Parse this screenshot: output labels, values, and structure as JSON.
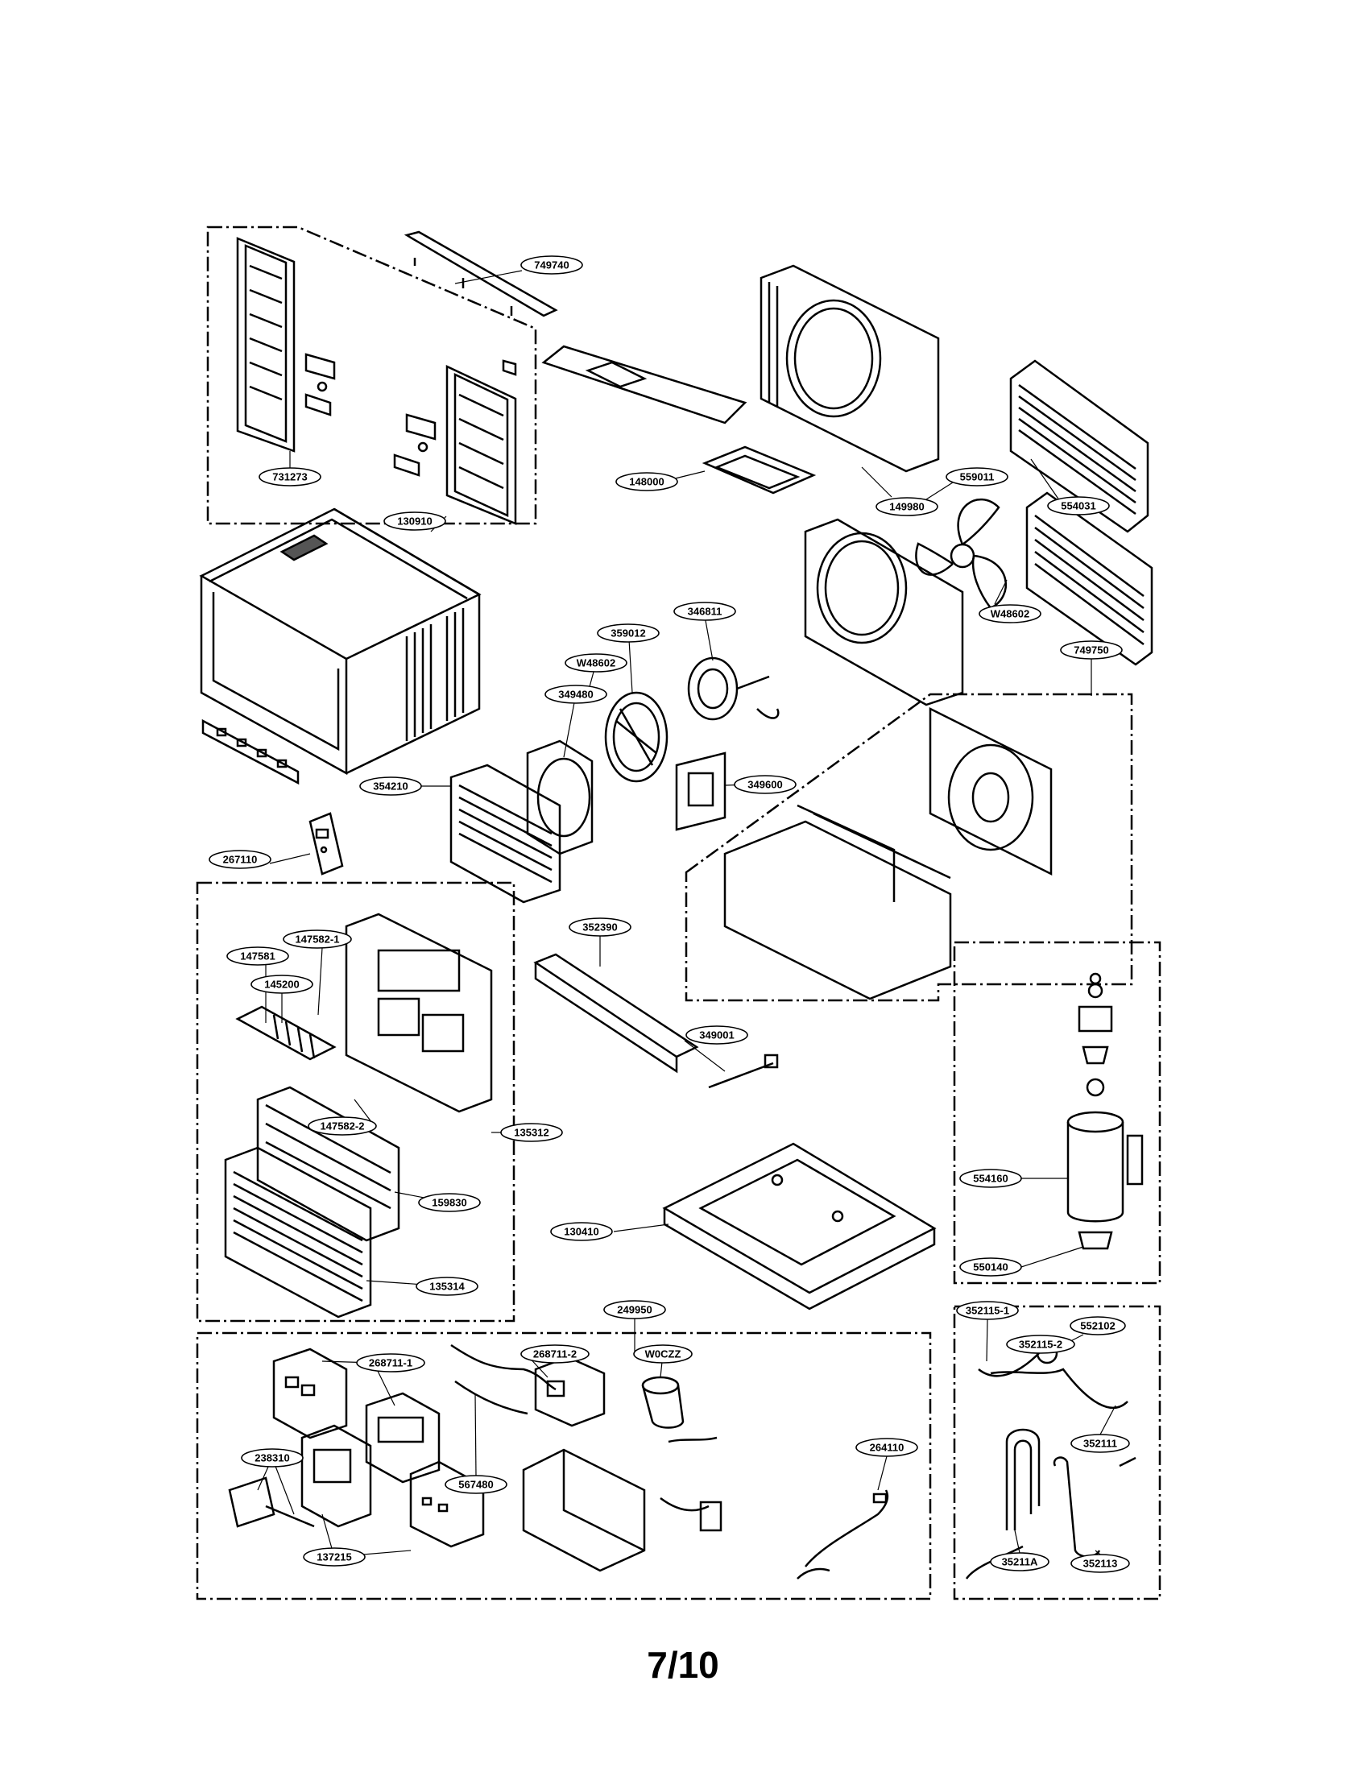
{
  "page_number": "7/10",
  "part_labels": {
    "p749740": "749740",
    "p731273": "731273",
    "p148000": "148000",
    "p149980": "149980",
    "p559011": "559011",
    "p554031": "554031",
    "pW48602a": "W48602",
    "p749750": "749750",
    "p130910": "130910",
    "p346811": "346811",
    "p359012": "359012",
    "pW48602b": "W48602",
    "p349480": "349480",
    "p349600": "349600",
    "p354210": "354210",
    "p267110": "267110",
    "p147581": "147581",
    "p147582_1": "147582-1",
    "p145200": "145200",
    "p147582_2": "147582-2",
    "p352390": "352390",
    "p349001": "349001",
    "p135312": "135312",
    "p159830": "159830",
    "p135314": "135314",
    "p130410": "130410",
    "p554160": "554160",
    "p550140": "550140",
    "p249950": "249950",
    "p268711_1": "268711-1",
    "p268711_2": "268711-2",
    "pW0CZZ": "W0CZZ",
    "p238310": "238310",
    "p567480": "567480",
    "p264110": "264110",
    "p137215": "137215",
    "p352115_1": "352115-1",
    "p552102": "552102",
    "p352115_2": "352115-2",
    "p352111": "352111",
    "p35211A": "35211A",
    "p352113": "352113"
  }
}
